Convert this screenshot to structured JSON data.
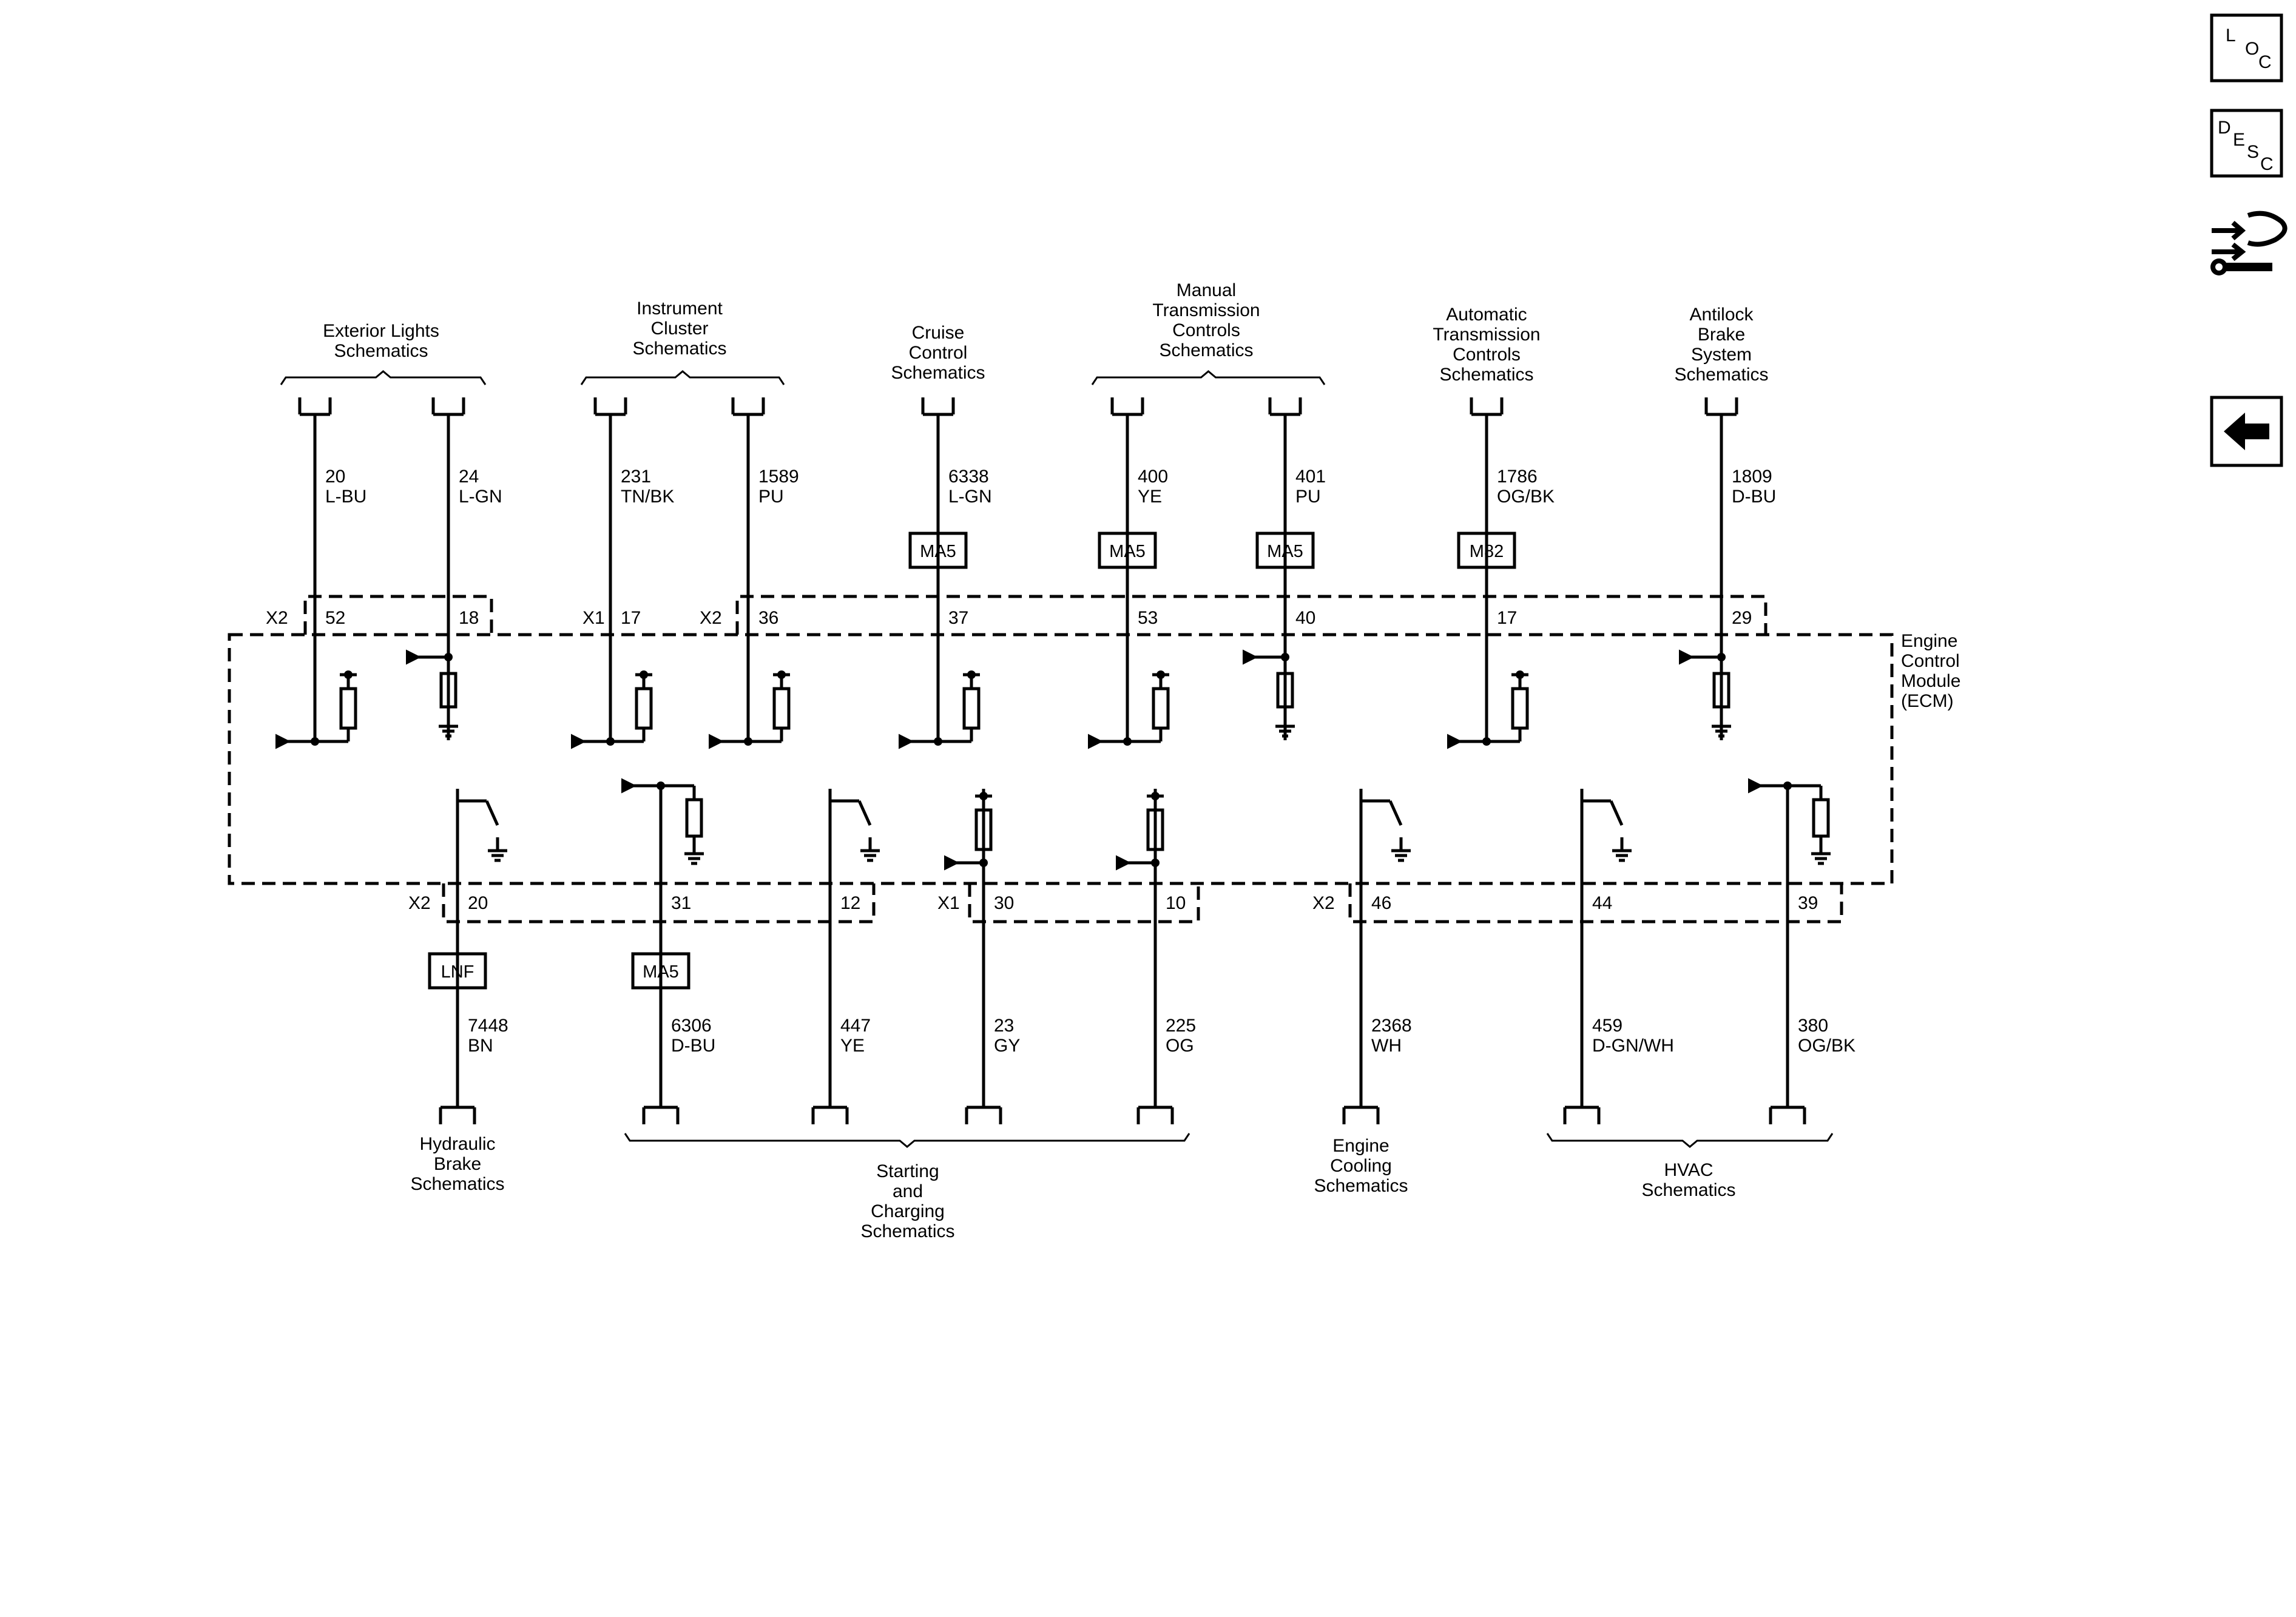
{
  "module": {
    "label_lines": [
      "Engine",
      "Control",
      "Module",
      "(ECM)"
    ]
  },
  "nav_buttons": {
    "loc": {
      "letters": [
        "L",
        "O",
        "C"
      ]
    },
    "desc": {
      "letters": [
        "D",
        "E",
        "S",
        "C"
      ]
    }
  },
  "top_groups": [
    {
      "lines": [
        "Exterior Lights",
        "Schematics"
      ]
    },
    {
      "lines": [
        "Instrument",
        "Cluster",
        "Schematics"
      ]
    },
    {
      "lines": [
        "Cruise",
        "Control",
        "Schematics"
      ]
    },
    {
      "lines": [
        "Manual",
        "Transmission",
        "Controls",
        "Schematics"
      ]
    },
    {
      "lines": [
        "Automatic",
        "Transmission",
        "Controls",
        "Schematics"
      ]
    },
    {
      "lines": [
        "Antilock",
        "Brake",
        "System",
        "Schematics"
      ]
    }
  ],
  "bottom_groups": [
    {
      "lines": [
        "Hydraulic",
        "Brake",
        "Schematics"
      ]
    },
    {
      "lines": [
        "Starting",
        "and",
        "Charging",
        "Schematics"
      ]
    },
    {
      "lines": [
        "Engine",
        "Cooling",
        "Schematics"
      ]
    },
    {
      "lines": [
        "HVAC",
        "Schematics"
      ]
    }
  ],
  "connectors": {
    "top": [
      {
        "name": "X2",
        "pins_from": "52",
        "pins_to": "18"
      },
      {
        "name": "X1",
        "pins_from": "17",
        "pins_to": "17"
      },
      {
        "name": "X2",
        "pins_from": "36",
        "pins_to": "29"
      }
    ],
    "bottom": [
      {
        "name": "X2",
        "pins_from": "20",
        "pins_to": "12"
      },
      {
        "name": "X1",
        "pins_from": "30",
        "pins_to": "10"
      },
      {
        "name": "X2",
        "pins_from": "46",
        "pins_to": "39"
      }
    ]
  },
  "top_circuits": [
    {
      "circuit": "20",
      "color": "L-BU",
      "connector": "X2",
      "pin": "52",
      "option": "",
      "internal": "pullup"
    },
    {
      "circuit": "24",
      "color": "L-GN",
      "connector": "",
      "pin": "18",
      "option": "",
      "internal": "pulldown"
    },
    {
      "circuit": "231",
      "color": "TN/BK",
      "connector": "X1",
      "pin": "17",
      "option": "",
      "internal": "pullup"
    },
    {
      "circuit": "1589",
      "color": "PU",
      "connector": "X2",
      "pin": "36",
      "option": "",
      "internal": "pullup"
    },
    {
      "circuit": "6338",
      "color": "L-GN",
      "connector": "",
      "pin": "37",
      "option": "MA5",
      "internal": "pullup"
    },
    {
      "circuit": "400",
      "color": "YE",
      "connector": "",
      "pin": "53",
      "option": "MA5",
      "internal": "pullup"
    },
    {
      "circuit": "401",
      "color": "PU",
      "connector": "",
      "pin": "40",
      "option": "MA5",
      "internal": "pulldown"
    },
    {
      "circuit": "1786",
      "color": "OG/BK",
      "connector": "",
      "pin": "17",
      "option": "M82",
      "internal": "pullup"
    },
    {
      "circuit": "1809",
      "color": "D-BU",
      "connector": "",
      "pin": "29",
      "option": "",
      "internal": "pulldown"
    }
  ],
  "bottom_circuits": [
    {
      "circuit": "7448",
      "color": "BN",
      "connector": "X2",
      "pin": "20",
      "option": "LNF",
      "internal": "switch"
    },
    {
      "circuit": "6306",
      "color": "D-BU",
      "connector": "",
      "pin": "31",
      "option": "MA5",
      "internal": "pulldown"
    },
    {
      "circuit": "447",
      "color": "YE",
      "connector": "",
      "pin": "12",
      "option": "",
      "internal": "switch"
    },
    {
      "circuit": "23",
      "color": "GY",
      "connector": "X1",
      "pin": "30",
      "option": "",
      "internal": "pullup"
    },
    {
      "circuit": "225",
      "color": "OG",
      "connector": "",
      "pin": "10",
      "option": "",
      "internal": "pullup"
    },
    {
      "circuit": "2368",
      "color": "WH",
      "connector": "X2",
      "pin": "46",
      "option": "",
      "internal": "switch"
    },
    {
      "circuit": "459",
      "color": "D-GN/WH",
      "connector": "",
      "pin": "44",
      "option": "",
      "internal": "switch"
    },
    {
      "circuit": "380",
      "color": "OG/BK",
      "connector": "",
      "pin": "39",
      "option": "",
      "internal": "pulldown"
    }
  ]
}
